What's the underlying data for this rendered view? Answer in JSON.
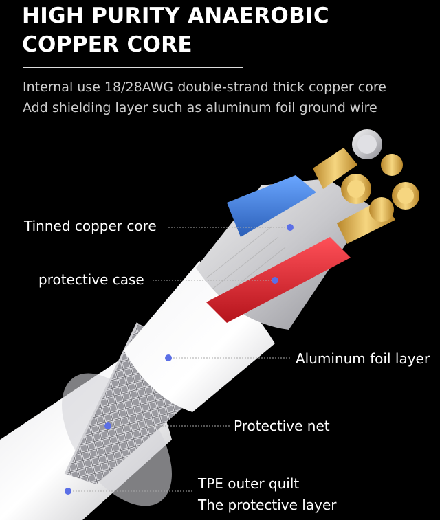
{
  "heading": {
    "line1": "HIGH PURITY ANAEROBIC",
    "line2": "COPPER CORE"
  },
  "description": {
    "line1": "Internal use 18/28AWG double-strand thick copper core",
    "line2": "Add shielding layer such as aluminum foil ground wire"
  },
  "callouts": {
    "tinned_core": "Tinned copper core",
    "protective_case": "protective case",
    "aluminum_foil": "Aluminum foil layer",
    "protective_net": "Protective net",
    "tpe_line1": "TPE outer quilt",
    "tpe_line2": "The protective layer"
  },
  "colors": {
    "background": "#000000",
    "marker_dot": "#5b6fe6",
    "wire_red": "#d8262d",
    "wire_blue": "#3f7fd8",
    "copper_gold": "#e0b04a"
  }
}
